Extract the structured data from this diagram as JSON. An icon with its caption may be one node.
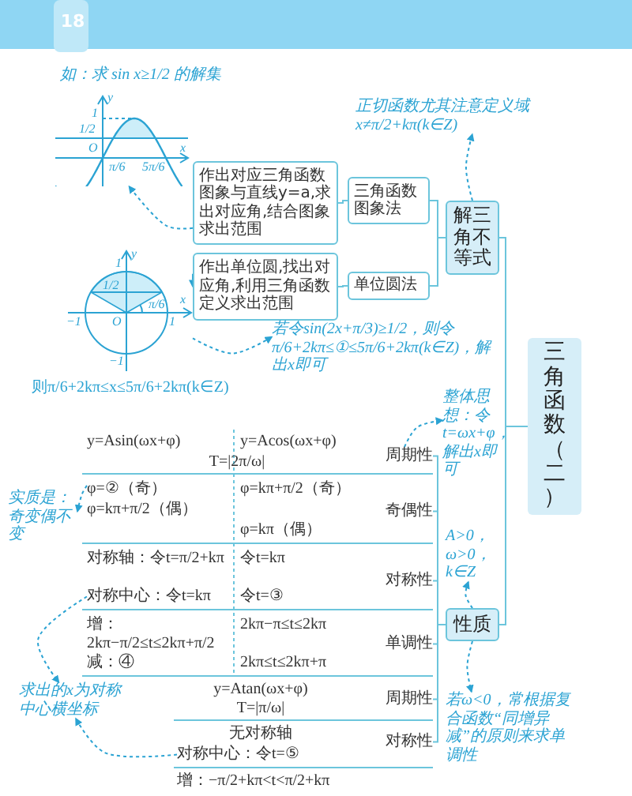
{
  "diagram": {
    "nodes": [
      {
        "text": [],
        "shape": "picture"
      },
      {
        "text": [
          "正切函数尤其注意定义域",
          "x≠π/2+kπ(k∈Z)"
        ]
      },
      {
        "text": [
          "作出对应三角函数图象与直线y=a,求出对应角,结合图象求出范围"
        ]
      },
      {
        "text": [
          "三角函数图象法"
        ]
      },
      {
        "text": [
          "解三角不等式"
        ]
      },
      {
        "text": [
          "作出单位圆,找出对应角,利用三角函数定义求出范围"
        ]
      },
      {
        "text": [
          "单位圆法"
        ]
      },
      {
        "text": [],
        "shape": "picture",
        "beside": [
          "则π/6+2kπ≤x≤5π/6+2kπ(k∈Z)"
        ]
      },
      {
        "text": [
          "若令sin(2x+π/3)≥1/2，则令π/6+2kπ≤①≤5π/6+2kπ(k∈Z)，解出x即可"
        ]
      },
      {
        "text": [
          "三角函数（二）"
        ]
      },
      {
        "text": [
          "整体思想：令t=ωx+φ，解出x即可"
        ]
      },
      {
        "text": [
          "周期性"
        ]
      },
      {
        "text": [
          "φ=②（奇）"
        ]
      },
      {
        "text": [
          "实质是：奇变偶不变"
        ]
      },
      {
        "text": [
          "奇偶性"
        ]
      },
      {
        "text": [
          "A>0，ω>0，k∈Z"
        ]
      },
      {
        "text": [
          "对称中心：令t=kπ"
        ]
      },
      {
        "text": [
          "对称性"
        ]
      },
      {
        "text": [
          "单调性"
        ]
      },
      {
        "text": [
          "性质"
        ]
      },
      {
        "text": [
          "求出的x为对称中心横坐标"
        ]
      },
      {
        "text": [
          "周期性"
        ]
      },
      {
        "text": [
          "对称性"
        ]
      },
      {
        "text": [
          "对称中心：令t=⑤"
        ]
      },
      {
        "text": [
          "若ω<0，常根据复合函数“同增异减”的原则来求单调性"
        ]
      }
    ],
    "edges": [
      {
        "from": 9,
        "to": 4,
        "arrow": "none"
      },
      {
        "from": 9,
        "to": 19,
        "arrow": "none"
      },
      {
        "from": 4,
        "to": 3,
        "arrow": "none"
      },
      {
        "from": 4,
        "to": 6,
        "arrow": "none"
      },
      {
        "from": 3,
        "to": 2,
        "arrow": "none"
      },
      {
        "from": 6,
        "to": 5,
        "arrow": "none"
      },
      {
        "from": 19,
        "to": 11,
        "arrow": "none"
      },
      {
        "from": 19,
        "to": 14,
        "arrow": "none"
      },
      {
        "from": 19,
        "to": 17,
        "arrow": "none"
      },
      {
        "from": 19,
        "to": 18,
        "arrow": "none"
      },
      {
        "from": 19,
        "to": 21,
        "arrow": "none"
      },
      {
        "from": 19,
        "to": 22,
        "arrow": "none"
      },
      {
        "from": 2,
        "to": 0,
        "arrow": "to",
        "style": "dashed"
      },
      {
        "from": 5,
        "to": 7,
        "arrow": "to",
        "style": "dashed"
      },
      {
        "from": 7,
        "to": 8,
        "arrow": "to",
        "style": "dashed"
      },
      {
        "from": 4,
        "to": 1,
        "arrow": "to",
        "style": "dashed"
      },
      {
        "from": 11,
        "to": 10,
        "arrow": "to",
        "style": "dashed"
      },
      {
        "from": 19,
        "to": 15,
        "arrow": "to",
        "style": "dashed"
      },
      {
        "from": 19,
        "to": 24,
        "arrow": "to",
        "style": "dashed"
      },
      {
        "from": 12,
        "to": 13,
        "arrow": "to",
        "style": "dashed"
      },
      {
        "from": 16,
        "to": 20,
        "arrow": "to",
        "style": "dashed"
      },
      {
        "from": 23,
        "to": 20,
        "arrow": "to",
        "style": "dashed"
      }
    ],
    "labels": [
      "18",
      "如：求 sin x≥1/2 的解集",
      "y",
      "1",
      "1/2",
      "O",
      "π/6",
      "5π/6",
      "x",
      "y",
      "1",
      "1/2",
      "π/6",
      "−1",
      "O",
      "1",
      "x",
      "−1",
      "y=Asin(ωx+φ)",
      "y=Acos(ωx+φ)",
      "T=|2π/ω|",
      "φ=kπ+π/2（奇）",
      "φ=kπ+π/2（偶）",
      "φ=kπ（偶）",
      "对称轴：令t=π/2+kπ",
      "令t=kπ",
      "令t=③",
      "增：2kπ−π/2≤t≤2kπ+π/2",
      "2kπ−π≤t≤2kπ",
      "减：④",
      "2kπ≤t≤2kπ+π",
      "y=Atan(ωx+φ)",
      "T=|π/ω|",
      "无对称轴",
      "增：−π/2+kπ<t<π/2+kπ"
    ]
  }
}
